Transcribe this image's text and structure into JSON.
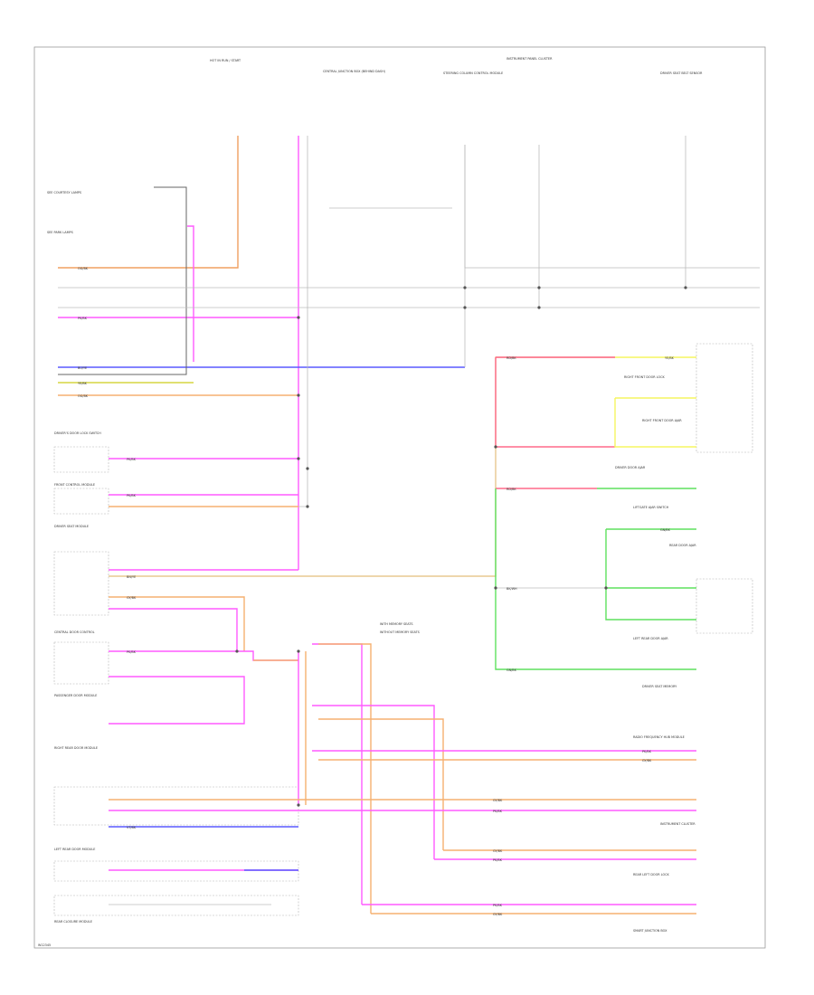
{
  "diagram": {
    "footer_code": "W12345",
    "colors": {
      "orange": "#f0a060",
      "pink": "#ff5aff",
      "blue": "#5a5aff",
      "yellow": "#f5f560",
      "green": "#5fe05f",
      "red": "#ff6a8a",
      "tan": "#e8c890",
      "gray": "#c8c8c8",
      "black": "#555555"
    },
    "top_labels": [
      "HOT IN RUN / START",
      "CENTRAL JUNCTION BOX (BEHIND DASH)",
      "STEERING COLUMN CONTROL MODULE",
      "INSTRUMENT PANEL CLUSTER",
      "DRIVER SEAT BELT SENSOR"
    ],
    "left_labels": [
      "SEE COURTESY LAMPS",
      "SEE PARK LAMPS",
      "DRIVER'S DOOR LOCK SWITCH",
      "FRONT CONTROL MODULE",
      "DRIVER SEAT MODULE",
      "CENTRAL DOOR CONTROL",
      "PASSENGER DOOR MODULE",
      "RIGHT REAR DOOR MODULE",
      "LEFT REAR DOOR MODULE",
      "REAR CLOSURE MODULE"
    ],
    "right_labels": [
      "RIGHT FRONT DOOR LOCK",
      "RIGHT FRONT DOOR AJAR",
      "DRIVER DOOR AJAR",
      "LIFTGATE AJAR SWITCH",
      "REAR DOOR AJAR",
      "LEFT REAR DOOR AJAR",
      "DRIVER SEAT MEMORY",
      "RADIO FREQUENCY HUB MODULE",
      "INSTRUMENT CLUSTER",
      "REAR LEFT DOOR LOCK",
      "SMART JUNCTION BOX"
    ],
    "legend": [
      "WITH MEMORY SEATS",
      "WITHOUT MEMORY SEATS"
    ],
    "wire_codes": [
      "PK/BK",
      "OG/BK",
      "BU/YE",
      "BN/YE",
      "GY/BK",
      "YE/BK",
      "GN/BK",
      "RD/BK",
      "VT/BK",
      "BK/WH"
    ]
  }
}
